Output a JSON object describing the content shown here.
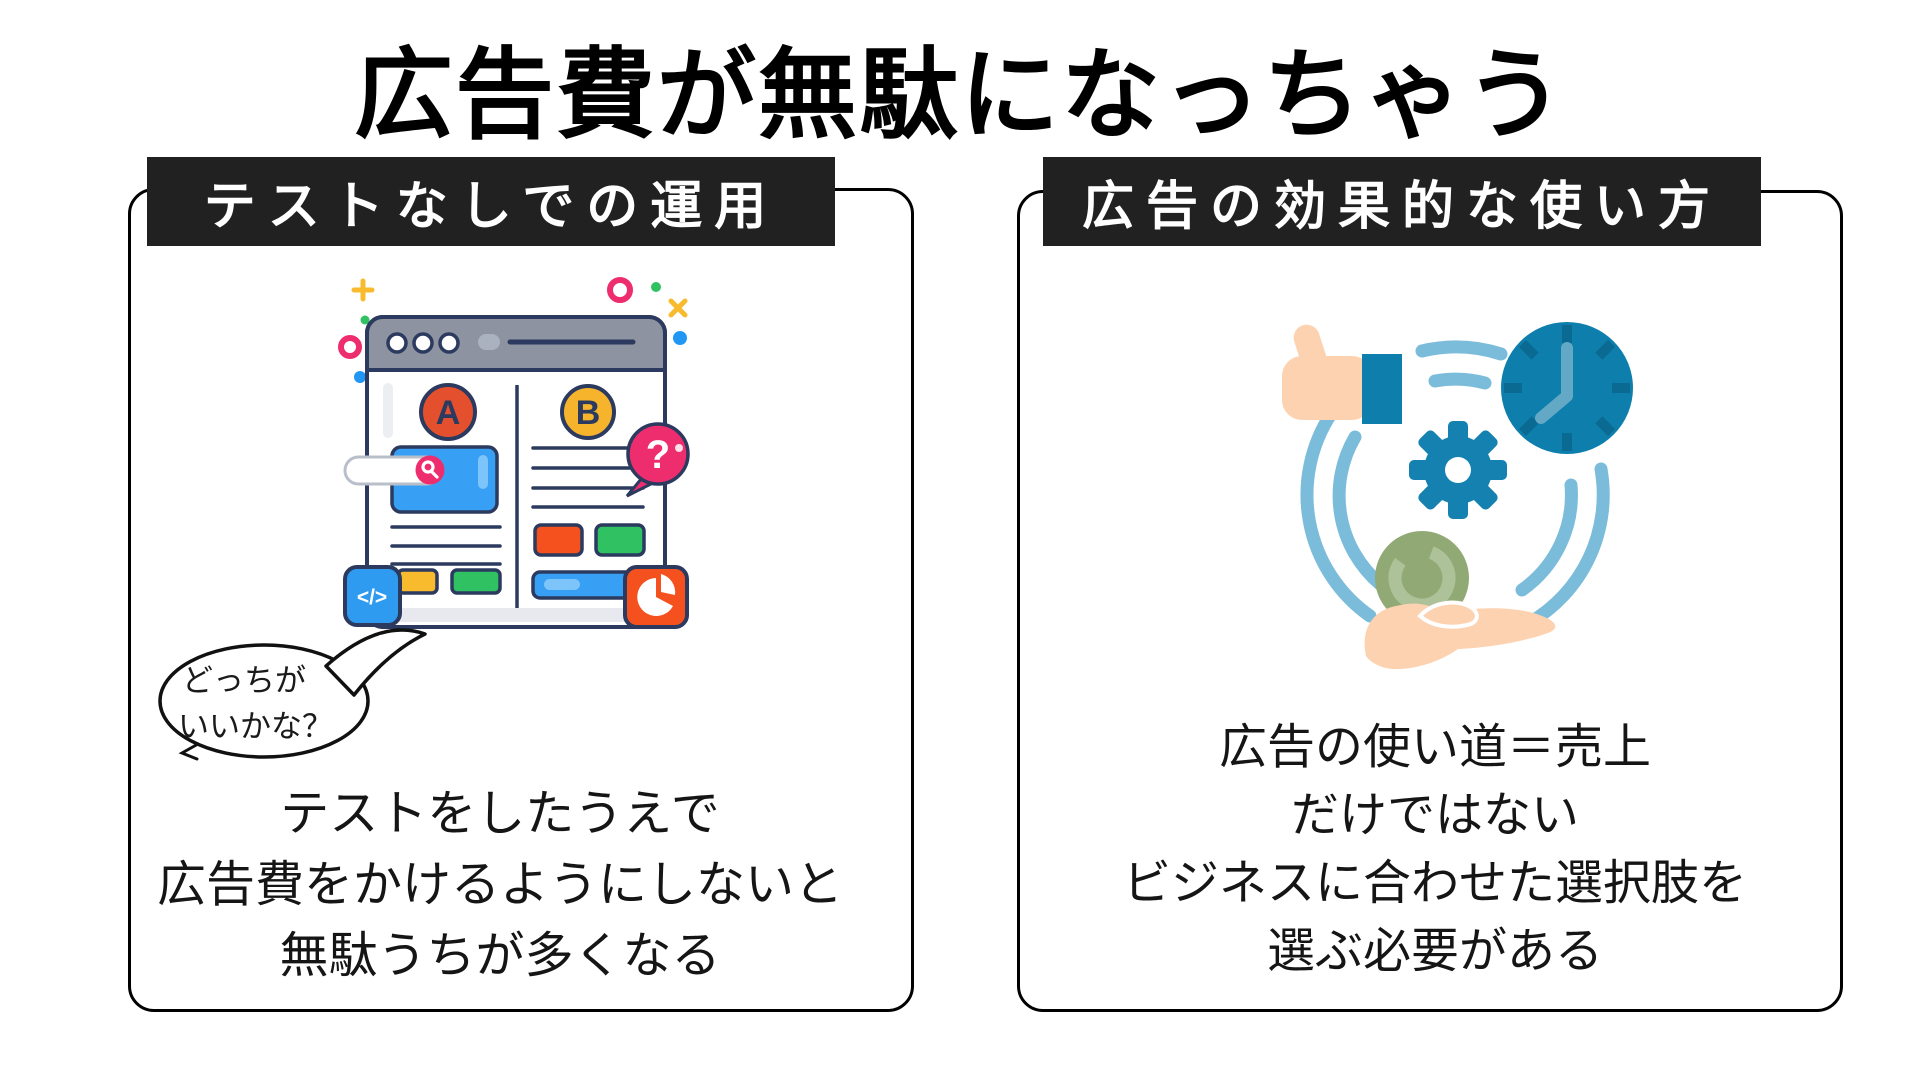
{
  "title": "広告費が無駄になっちゃう",
  "left_panel": {
    "header": "テストなしでの運用",
    "bubble": {
      "line1": "どっちが",
      "line2": "いいかな？"
    },
    "body_lines": {
      "l1": "テストをしたうえで",
      "l2": "広告費をかけるようにしないと",
      "l3": "無駄うちが多くなる"
    },
    "illustration": {
      "variant_a_label": "A",
      "variant_b_label": "B",
      "question_mark": "?",
      "code_glyph": "</>"
    }
  },
  "right_panel": {
    "header": "広告の効果的な使い方",
    "body_lines": {
      "l1": "広告の使い道＝売上",
      "l2": "だけではない",
      "l3": "ビジネスに合わせた選択肢を",
      "l4": "選ぶ必要がある"
    }
  },
  "colors": {
    "header_bg": "#212121",
    "header_text": "#ffffff",
    "panel_border": "#000000",
    "outline_navy": "#2b3a5e",
    "browser_bar_gray": "#8d93a1",
    "accent_blue": "#37a0f4",
    "accent_pink": "#ee2d6e",
    "accent_orange": "#f4511e",
    "accent_yellow": "#f8bb2d",
    "accent_green": "#2fc162",
    "teal_blue": "#0e7fad",
    "arc_light_blue": "#7cbcdb",
    "hand_peach": "#fcd2b0",
    "coin_green": "#91a974"
  }
}
